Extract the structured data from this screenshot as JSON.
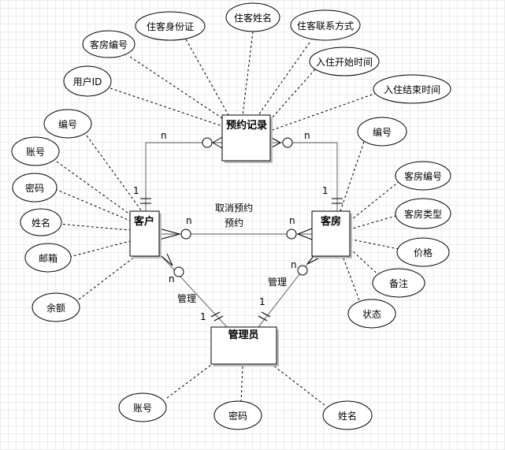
{
  "entities": {
    "reservation": "预约记录",
    "customer": "客户",
    "room": "客房",
    "admin": "管理员"
  },
  "attributes": {
    "reservation": [
      "客房编号",
      "用户ID",
      "住客身份证",
      "住客姓名",
      "住客联系方式",
      "入住开始时间",
      "入住结束时间"
    ],
    "customer": [
      "编号",
      "账号",
      "密码",
      "姓名",
      "邮箱",
      "余额"
    ],
    "room": [
      "编号",
      "客房编号",
      "客房类型",
      "价格",
      "备注",
      "状态"
    ],
    "admin": [
      "账号",
      "密码",
      "姓名"
    ]
  },
  "relationships": {
    "customer_room": [
      "取消预约",
      "预约"
    ],
    "admin_customer": "管理",
    "admin_room": "管理"
  },
  "cardinality": {
    "one": "1",
    "many": "n"
  }
}
